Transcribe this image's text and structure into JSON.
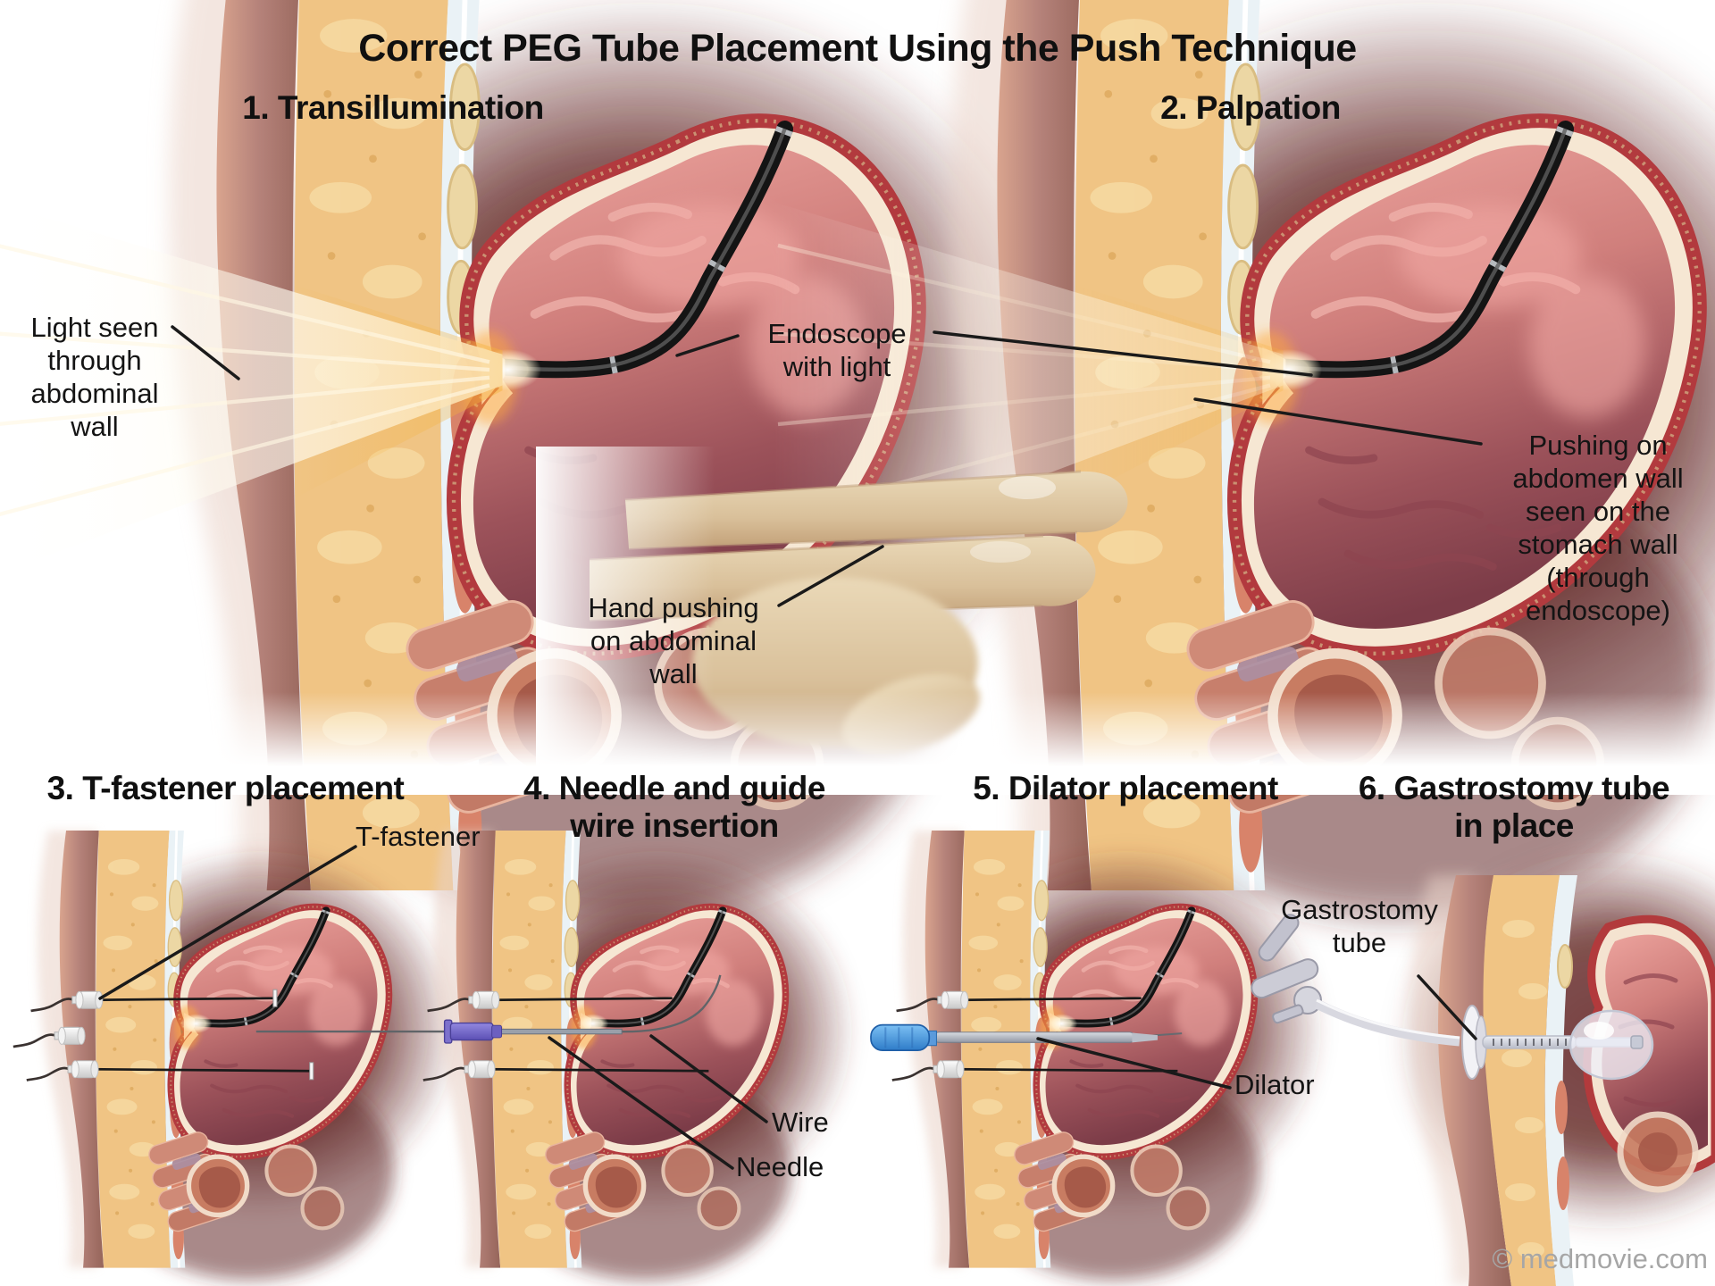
{
  "title": "Correct PEG Tube Placement Using the Push Technique",
  "watermark": "© medmovie.com",
  "panels": {
    "p1": {
      "heading": "1. Transillumination"
    },
    "p2": {
      "heading": "2. Palpation"
    },
    "p3": {
      "heading": "3. T-fastener placement"
    },
    "p4": {
      "heading_line1": "4. Needle and guide",
      "heading_line2": "wire insertion"
    },
    "p5": {
      "heading": "5. Dilator placement"
    },
    "p6": {
      "heading_line1": "6. Gastrostomy tube",
      "heading_line2": "in place"
    }
  },
  "labels": {
    "light_seen": [
      "Light seen",
      "through",
      "abdominal",
      "wall"
    ],
    "endoscope": [
      "Endoscope",
      "with light"
    ],
    "hand": [
      "Hand pushing",
      "on abdominal",
      "wall"
    ],
    "pushing": [
      "Pushing on",
      "abdomen wall",
      "seen on the",
      "stomach wall",
      "(through",
      "endoscope)"
    ],
    "t_fastener": "T-fastener",
    "wire": "Wire",
    "needle": "Needle",
    "dilator": "Dilator",
    "gastrostomy": [
      "Gastrostomy",
      "tube"
    ]
  },
  "colors": {
    "background": "#ffffff",
    "label_text": "#141414",
    "watermark_text": "#a6a6a6",
    "fat": "#f0c484",
    "skin": "#b5827a",
    "stomach_wall": "#b23a3e",
    "stomach_rim": "#f6e7d3",
    "endoscope": "#141414",
    "light_glow": "#ffe9b0",
    "needle_hub": "#6f63c8",
    "dilator_handle": "#3f8fe0",
    "gastrostomy_tube": "#d8d8e0",
    "vignette": "#6b3230"
  }
}
